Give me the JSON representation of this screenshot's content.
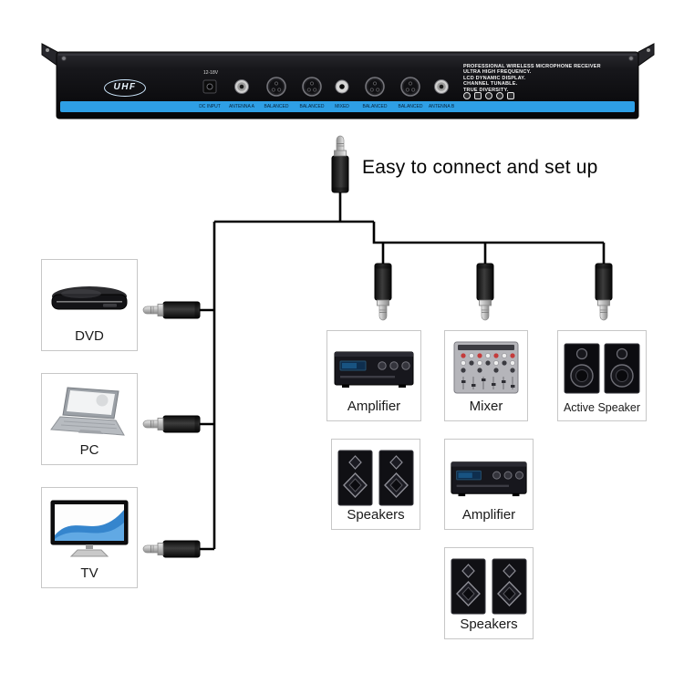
{
  "title": "Easy to connect and set up",
  "receiver": {
    "logo": "UHF",
    "power_label": "12-18V",
    "port_labels": [
      "DC INPUT",
      "ANTENNA A",
      "BALANCED",
      "BALANCED",
      "MIXED",
      "BALANCED",
      "BALANCED",
      "ANTENNA B"
    ],
    "info_lines": [
      "PROFESSIONAL WIRELESS MICROPHONE RECEIVER",
      "ULTRA HIGH FREQUENCY.",
      "LCD DYNAMIC DISPLAY.",
      "CHANNEL TUNABLE.",
      "TRUE DIVERSITY."
    ]
  },
  "colors": {
    "stripe_blue": "#2e9fe6",
    "cable_black": "#000000",
    "box_border": "#c7c7c7"
  },
  "icons": {
    "plug": "quarter-inch-jack-plug-icon",
    "sources": [
      "dvd-player-icon",
      "laptop-icon",
      "tv-icon"
    ],
    "outputs": [
      "amplifier-icon",
      "mixer-icon",
      "active-speaker-icon",
      "speakers-icon"
    ]
  },
  "sources": [
    {
      "label": "DVD"
    },
    {
      "label": "PC"
    },
    {
      "label": "TV"
    }
  ],
  "equipment_row1": [
    {
      "label": "Amplifier"
    },
    {
      "label": "Mixer"
    },
    {
      "label": "Active Speaker"
    }
  ],
  "equipment_row2": [
    {
      "label": "Speakers"
    },
    {
      "label": "Amplifier"
    }
  ],
  "equipment_row3": [
    {
      "label": "Speakers"
    }
  ]
}
